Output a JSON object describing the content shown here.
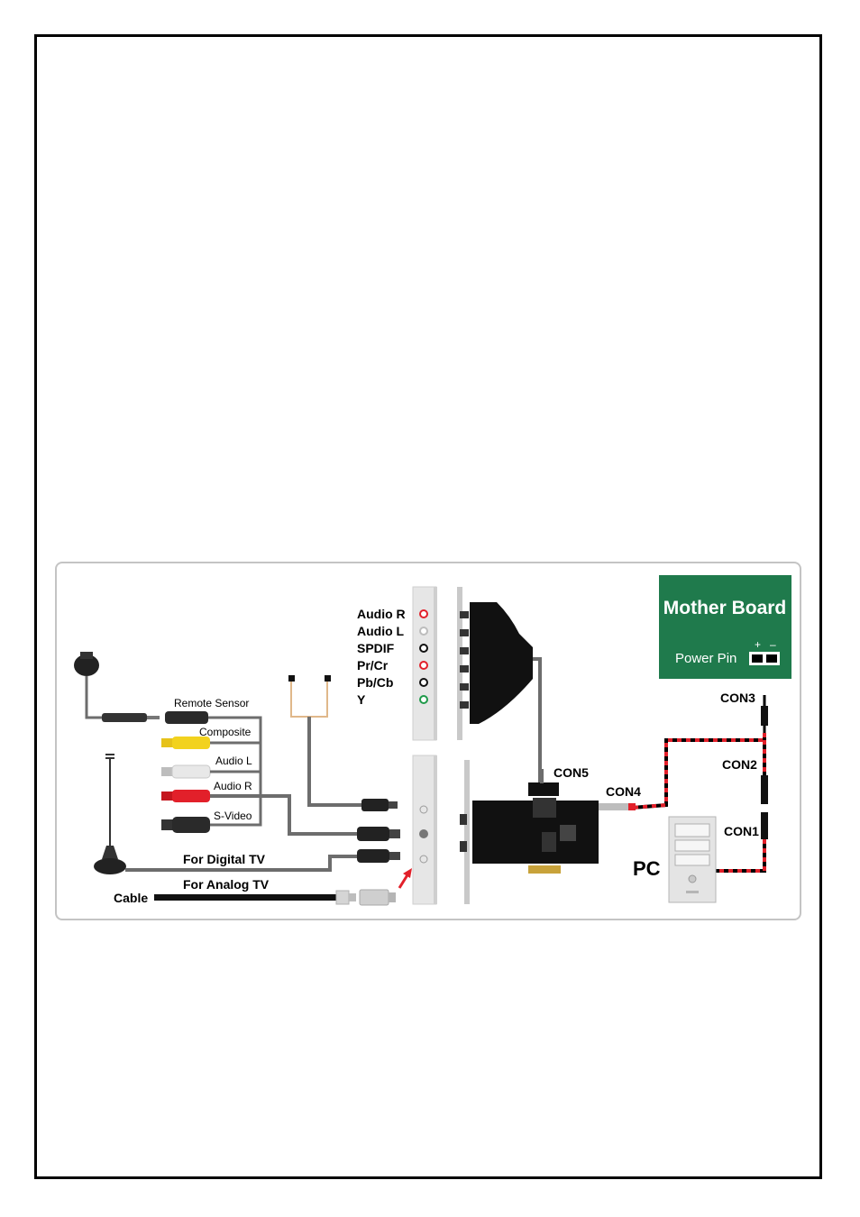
{
  "diagram": {
    "motherboard": {
      "title": "Mother Board",
      "power_pin": "Power Pin",
      "plus": "+",
      "minus": "–"
    },
    "outputs": [
      "Audio R",
      "Audio L",
      "SPDIF",
      "Pr/Cr",
      "Pb/Cb",
      "Y"
    ],
    "output_colors": [
      "#e2202a",
      "#bdbdbd",
      "#111111",
      "#e2202a",
      "#111111",
      "#1f9a4a"
    ],
    "inputs": [
      "Remote Sensor",
      "Composite",
      "Audio L",
      "Audio R",
      "S-Video"
    ],
    "tv": {
      "digital": "For Digital TV",
      "analog": "For Analog TV",
      "cable": "Cable"
    },
    "connectors": {
      "con1": "CON1",
      "con2": "CON2",
      "con3": "CON3",
      "con4": "CON4",
      "con5": "CON5"
    },
    "pc_label": "PC",
    "colors": {
      "board_green": "#1f7a4c",
      "cable_gray": "#6d6d6d",
      "cable_red": "#e2202a"
    }
  }
}
